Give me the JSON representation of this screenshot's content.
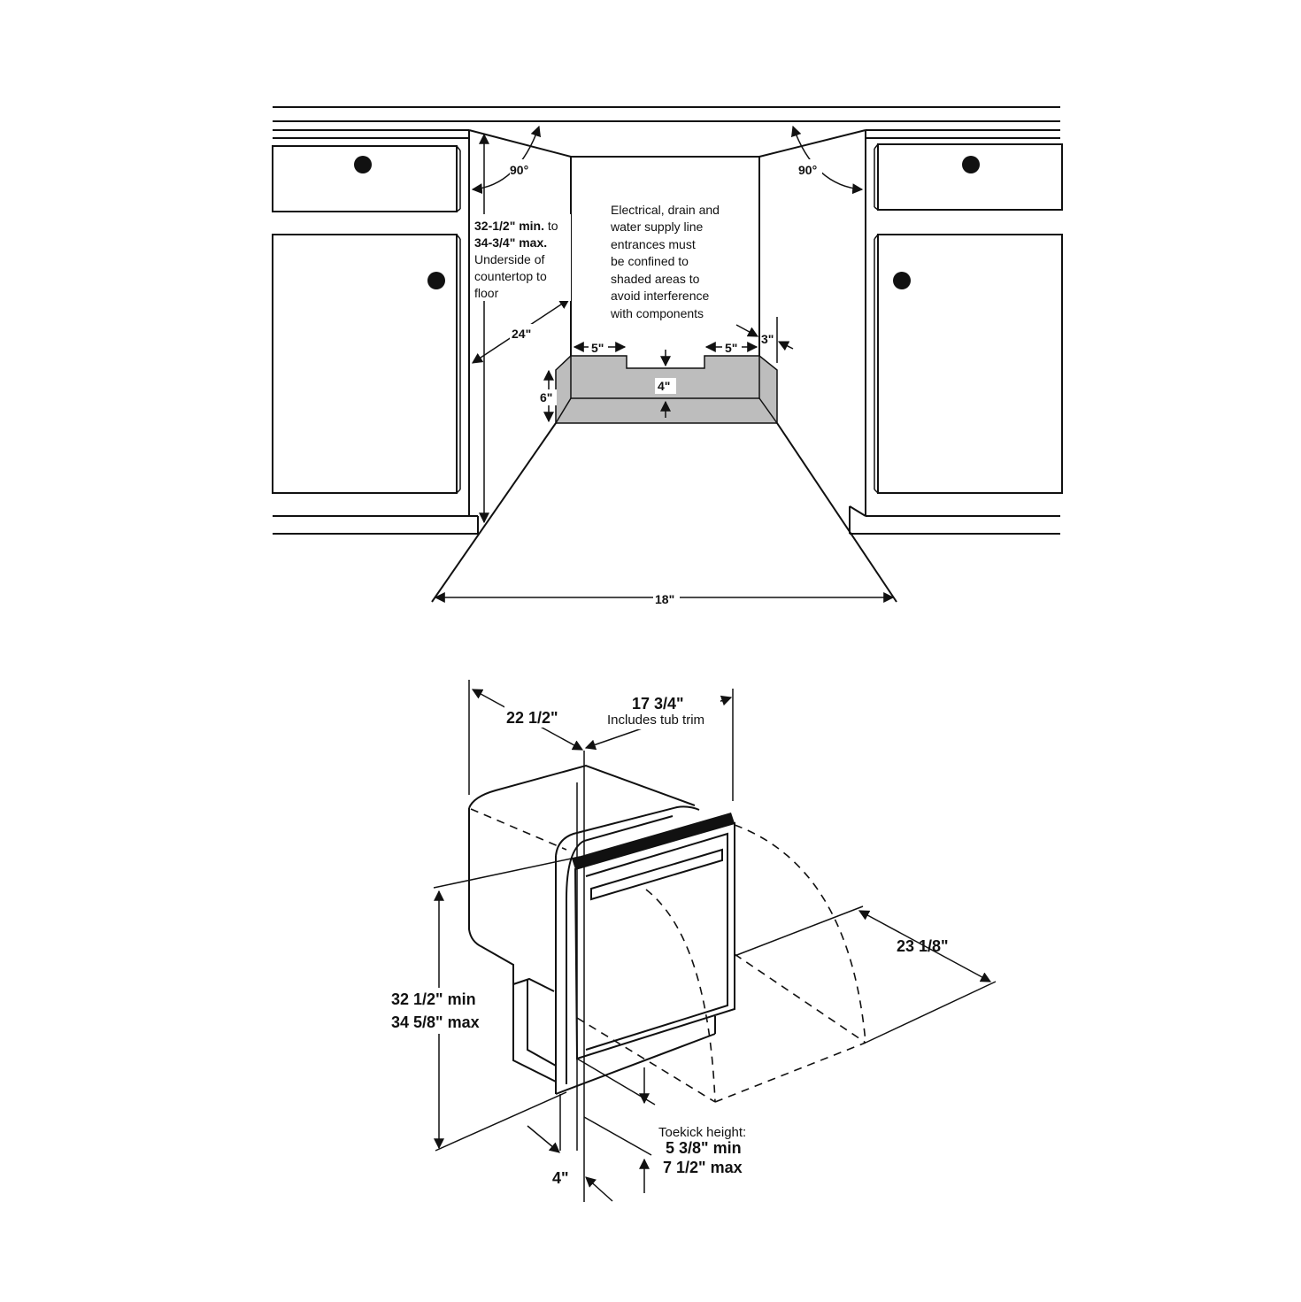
{
  "installation": {
    "angle_left": "90°",
    "angle_right": "90°",
    "height_line1_bold": "32-1/2\" min.",
    "height_line1_rest": " to",
    "height_line2_bold": "34-3/4\" max.",
    "height_line3": "Underside of",
    "height_line4": "countertop to",
    "height_line5": "floor",
    "depth": "24\"",
    "note_lines": [
      "Electrical, drain and",
      "water supply line",
      "entrances must",
      "be confined to",
      "shaded areas to",
      "avoid interference",
      "with components"
    ],
    "left_offset": "5\"",
    "right_offset": "5\"",
    "side_offset": "3\"",
    "shade_height": "6\"",
    "center_height": "4\"",
    "width": "18\""
  },
  "appliance": {
    "depth": "22 1/2\"",
    "width": "17 3/4\"",
    "width_note": "Includes tub trim",
    "door_open": "23 1/8\"",
    "height_min": "32 1/2\" min",
    "height_max": "34 5/8\" max",
    "toekick_depth": "4\"",
    "toekick_label": "Toekick height:",
    "toekick_min": "5 3/8\" min",
    "toekick_max": "7 1/2\" max"
  }
}
